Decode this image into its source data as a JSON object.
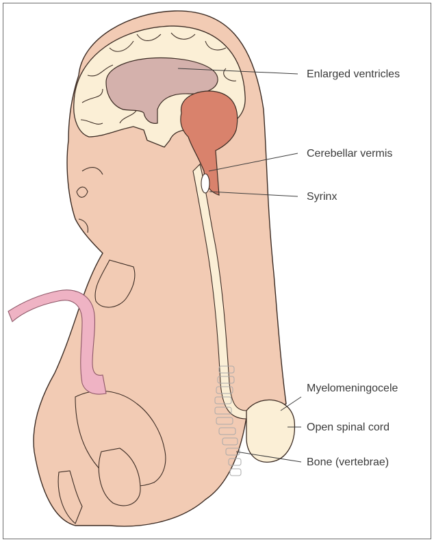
{
  "labels": {
    "enlarged_ventricles": "Enlarged ventricles",
    "cerebellar_vermis": "Cerebellar vermis",
    "syrinx": "Syrinx",
    "myelomeningocele": "Myelomeningocele",
    "open_spinal_cord": "Open spinal cord",
    "bone_vertebrae": "Bone (vertebrae)"
  },
  "colors": {
    "skin": "#f2cbb4",
    "skin_outline": "#3a2a22",
    "brain": "#fbefd6",
    "ventricle": "#d4b1ac",
    "cerebellum": "#d9826c",
    "cord": "#fbefd6",
    "umbilical_cord": "#efb3c4",
    "leader": "#3a3a3a"
  }
}
